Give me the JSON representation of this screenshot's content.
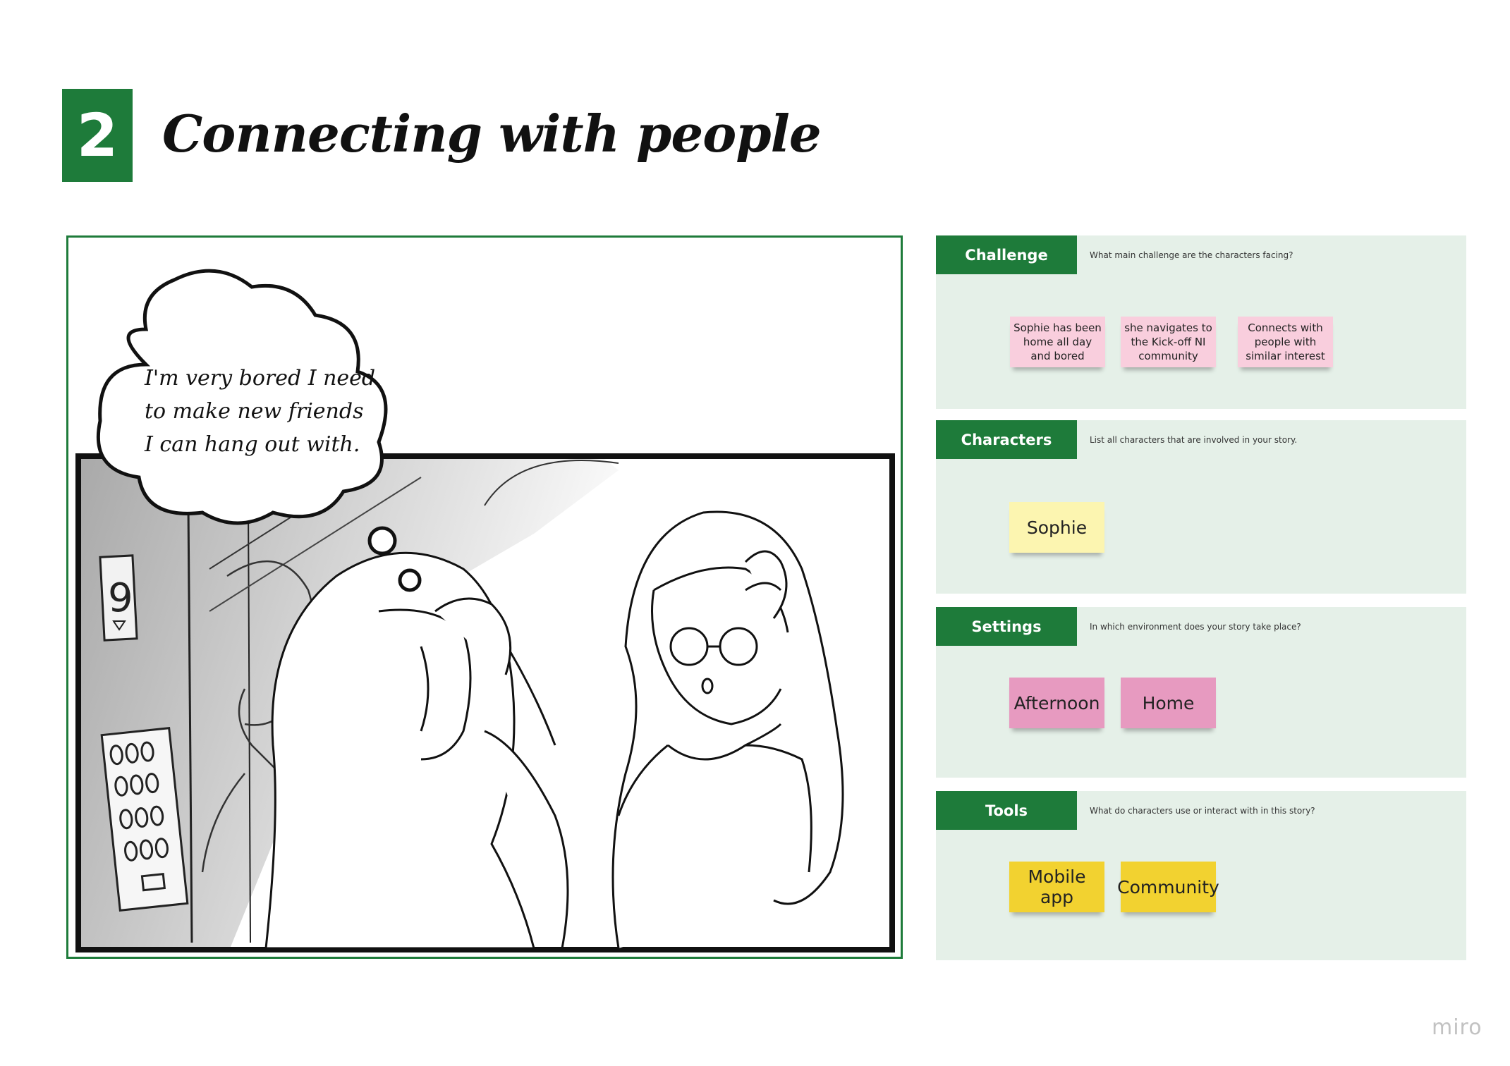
{
  "step_number": "2",
  "title": "Connecting with people",
  "storyboard": {
    "thought_bubble": "I'm very bored I need to make new friends I can hang out with.",
    "elevator_floor": "9"
  },
  "panels": {
    "challenge": {
      "label": "Challenge",
      "prompt": "What main challenge are the characters facing?",
      "notes": [
        "Sophie has been home all day and bored",
        "she navigates to the Kick-off NI community",
        "Connects with people with similar interest"
      ]
    },
    "characters": {
      "label": "Characters",
      "prompt": "List all characters that are involved in your story.",
      "notes": [
        "Sophie"
      ]
    },
    "settings": {
      "label": "Settings",
      "prompt": "In which environment does your story take place?",
      "notes": [
        "Afternoon",
        "Home"
      ]
    },
    "tools": {
      "label": "Tools",
      "prompt": "What do characters use or interact with in this story?",
      "notes": [
        "Mobile app",
        "Community"
      ]
    }
  },
  "colors": {
    "brand_green": "#1e7b3a",
    "panel_bg": "#e5f0e8",
    "sticky_pink_light": "#f9cedd",
    "sticky_yellow_light": "#fcf5b0",
    "sticky_pink": "#e79ac0",
    "sticky_yellow": "#f2d230"
  },
  "watermark": "miro"
}
